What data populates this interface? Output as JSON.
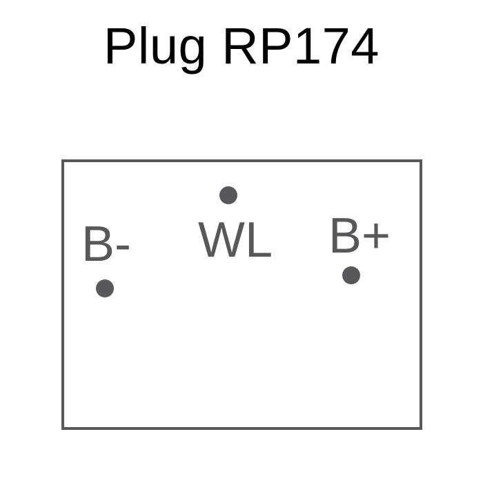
{
  "title": "Plug RP174",
  "pins": {
    "b_minus": {
      "label": "B-"
    },
    "wl": {
      "label": "WL"
    },
    "b_plus": {
      "label": "B+"
    }
  },
  "colors": {
    "title_text": "#000000",
    "outline": "#58585a",
    "pin": "#58585a",
    "background": "#ffffff"
  }
}
